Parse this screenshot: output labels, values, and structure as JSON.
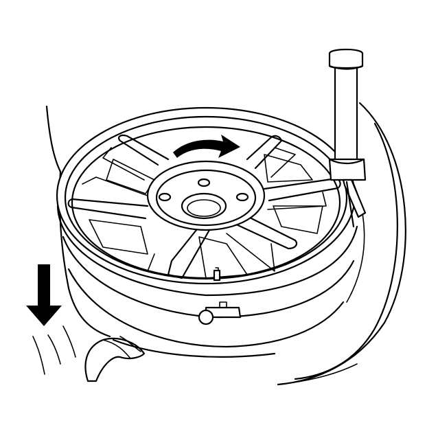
{
  "figure": {
    "background": "#ffffff",
    "line_color": "#000000",
    "arrows": [
      {
        "name": "rotation-arrow",
        "direction": "clockwise"
      },
      {
        "name": "push-down-arrow",
        "direction": "down"
      }
    ],
    "parts": [
      "wheel-rim",
      "tire",
      "hub",
      "lug-holes",
      "spokes",
      "valve-stem",
      "mounting-head",
      "tire-changer-post",
      "hand"
    ]
  }
}
